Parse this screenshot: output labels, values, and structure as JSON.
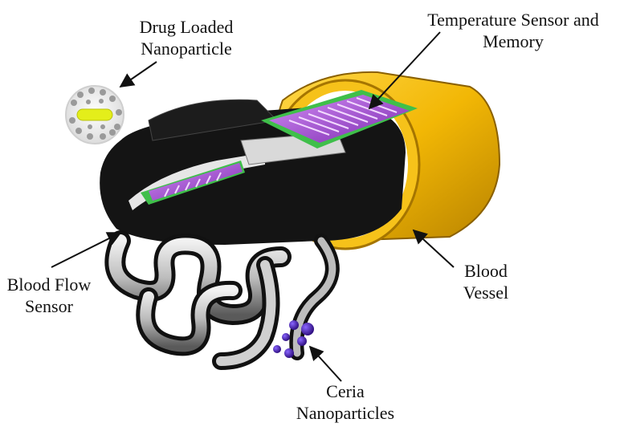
{
  "labels": {
    "drug_line1": "Drug Loaded",
    "drug_line2": "Nanoparticle",
    "temp_line1": "Temperature Sensor and",
    "temp_line2": "Memory",
    "flow_line1": "Blood Flow",
    "flow_line2": "Sensor",
    "vessel_line1": "Blood",
    "vessel_line2": "Vessel",
    "ceria_line1": "Ceria",
    "ceria_line2": "Nanoparticles"
  },
  "colors": {
    "vessel_yellow": "#f2b705",
    "device_black": "#141414",
    "chip_purple": "#a64fd6",
    "chip_green": "#3fbf4a",
    "ceria_particle": "#4a1fa8",
    "drug_core": "#e4ee1a",
    "drug_particle_grey": "#9a9a9a"
  }
}
